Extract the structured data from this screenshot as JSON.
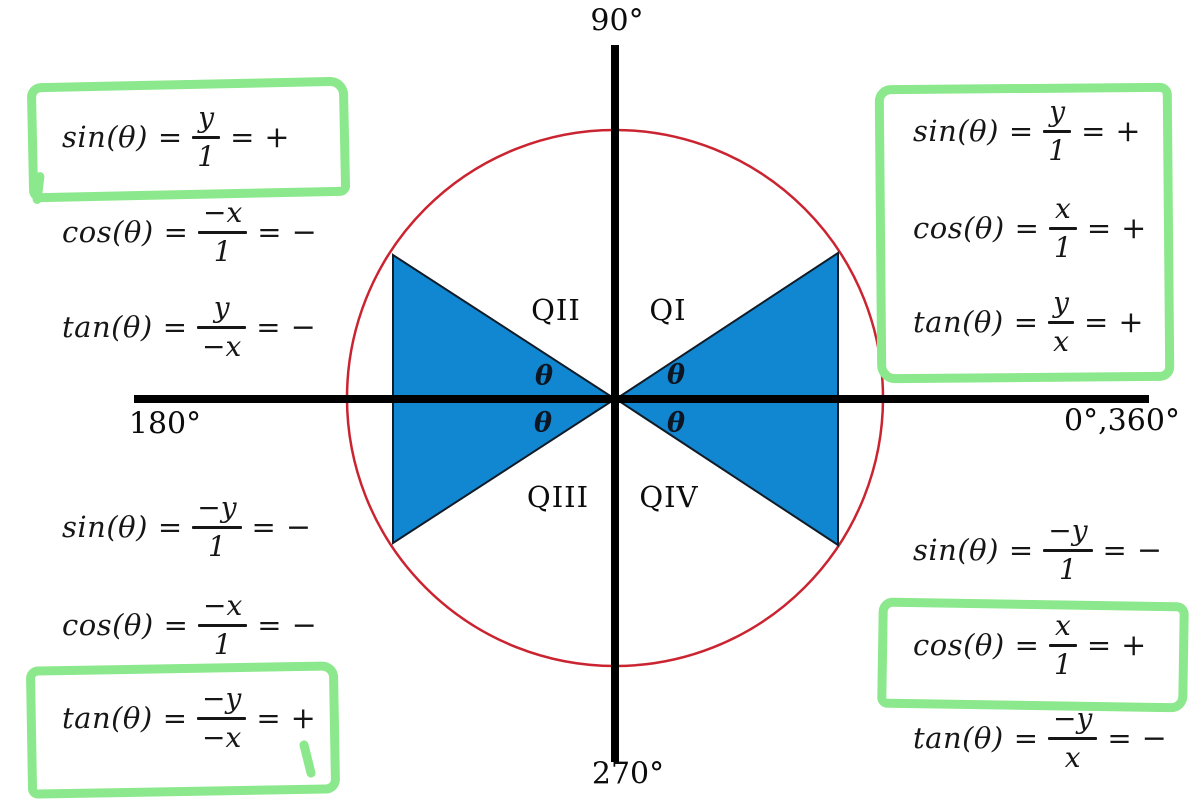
{
  "diagram": {
    "axis_labels": {
      "top": "90°",
      "left": "180°",
      "right": "0°,360°",
      "bottom": "270°"
    },
    "quadrants": {
      "q1": "QI",
      "q2": "QII",
      "q3": "QIII",
      "q4": "QIV"
    },
    "theta": "θ",
    "colors": {
      "triangle_fill": "#1287d1",
      "triangle_stroke": "#101c28",
      "circle_stroke": "#cb2431",
      "axis_color": "#000000",
      "highlight_green": "#8ce88c"
    }
  },
  "symbols": {
    "eq": "="
  },
  "formulas": {
    "q2": [
      {
        "fn": "sin(θ)",
        "num": "y",
        "den": "1",
        "sign": "+",
        "highlighted": true
      },
      {
        "fn": "cos(θ)",
        "num": "−x",
        "den": "1",
        "sign": "−",
        "highlighted": false
      },
      {
        "fn": "tan(θ)",
        "num": "y",
        "den": "−x",
        "sign": "−",
        "highlighted": false
      }
    ],
    "q1": [
      {
        "fn": "sin(θ)",
        "num": "y",
        "den": "1",
        "sign": "+",
        "highlighted": true
      },
      {
        "fn": "cos(θ)",
        "num": "x",
        "den": "1",
        "sign": "+",
        "highlighted": true
      },
      {
        "fn": "tan(θ)",
        "num": "y",
        "den": "x",
        "sign": "+",
        "highlighted": true
      }
    ],
    "q3": [
      {
        "fn": "sin(θ)",
        "num": "−y",
        "den": "1",
        "sign": "−",
        "highlighted": false
      },
      {
        "fn": "cos(θ)",
        "num": "−x",
        "den": "1",
        "sign": "−",
        "highlighted": false
      },
      {
        "fn": "tan(θ)",
        "num": "−y",
        "den": "−x",
        "sign": "+",
        "highlighted": true
      }
    ],
    "q4": [
      {
        "fn": "sin(θ)",
        "num": "−y",
        "den": "1",
        "sign": "−",
        "highlighted": false
      },
      {
        "fn": "cos(θ)",
        "num": "x",
        "den": "1",
        "sign": "+",
        "highlighted": true
      },
      {
        "fn": "tan(θ)",
        "num": "−y",
        "den": "x",
        "sign": "−",
        "highlighted": false
      }
    ]
  }
}
